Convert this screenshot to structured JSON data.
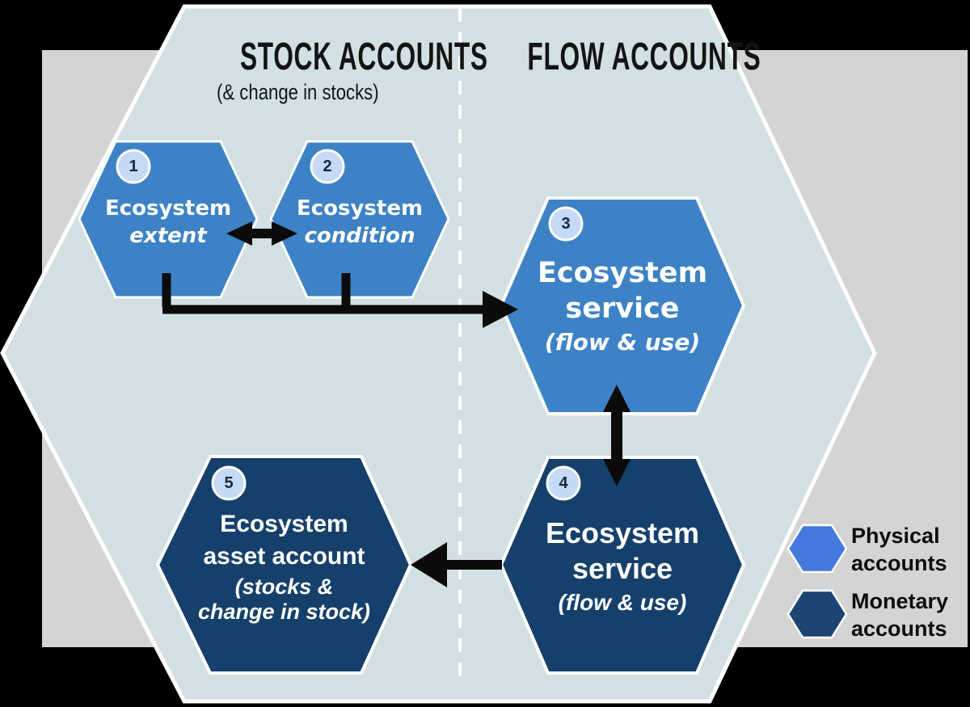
{
  "diagram": {
    "columns": {
      "stock": {
        "title": "STOCK ACCOUNTS",
        "subtitle": "(& change in stocks)"
      },
      "flow": {
        "title": "FLOW ACCOUNTS"
      }
    },
    "hexagons": [
      {
        "number": "1",
        "lines": [
          "Ecosystem"
        ],
        "subtitle": "extent"
      },
      {
        "number": "2",
        "lines": [
          "Ecosystem"
        ],
        "subtitle": "condition"
      },
      {
        "number": "3",
        "lines": [
          "Ecosystem",
          "service"
        ],
        "subtitle": "(flow & use)"
      },
      {
        "number": "4",
        "lines": [
          "Ecosystem",
          "service"
        ],
        "subtitle": "(flow & use)"
      },
      {
        "number": "5",
        "lines": [
          "Ecosystem",
          "asset account"
        ],
        "subtitle_lines": [
          "(stocks &",
          "change in stock)"
        ]
      }
    ],
    "legend": [
      {
        "label": "Physical accounts"
      },
      {
        "label": "Monetary accounts"
      }
    ],
    "colors": {
      "canvas_bg": "#000000",
      "panel_gray": "#d4d4d4",
      "big_hexagon_fill": "#d2e0e3",
      "physical_hex": "#3d82c6",
      "monetary_hex": "#15406b",
      "legend_physical": "#4479de",
      "legend_monetary": "#1b4472",
      "badge_fill": "#c6d9f7",
      "arrow_black": "#0b0b0b",
      "divider_white": "#ffffff"
    }
  }
}
